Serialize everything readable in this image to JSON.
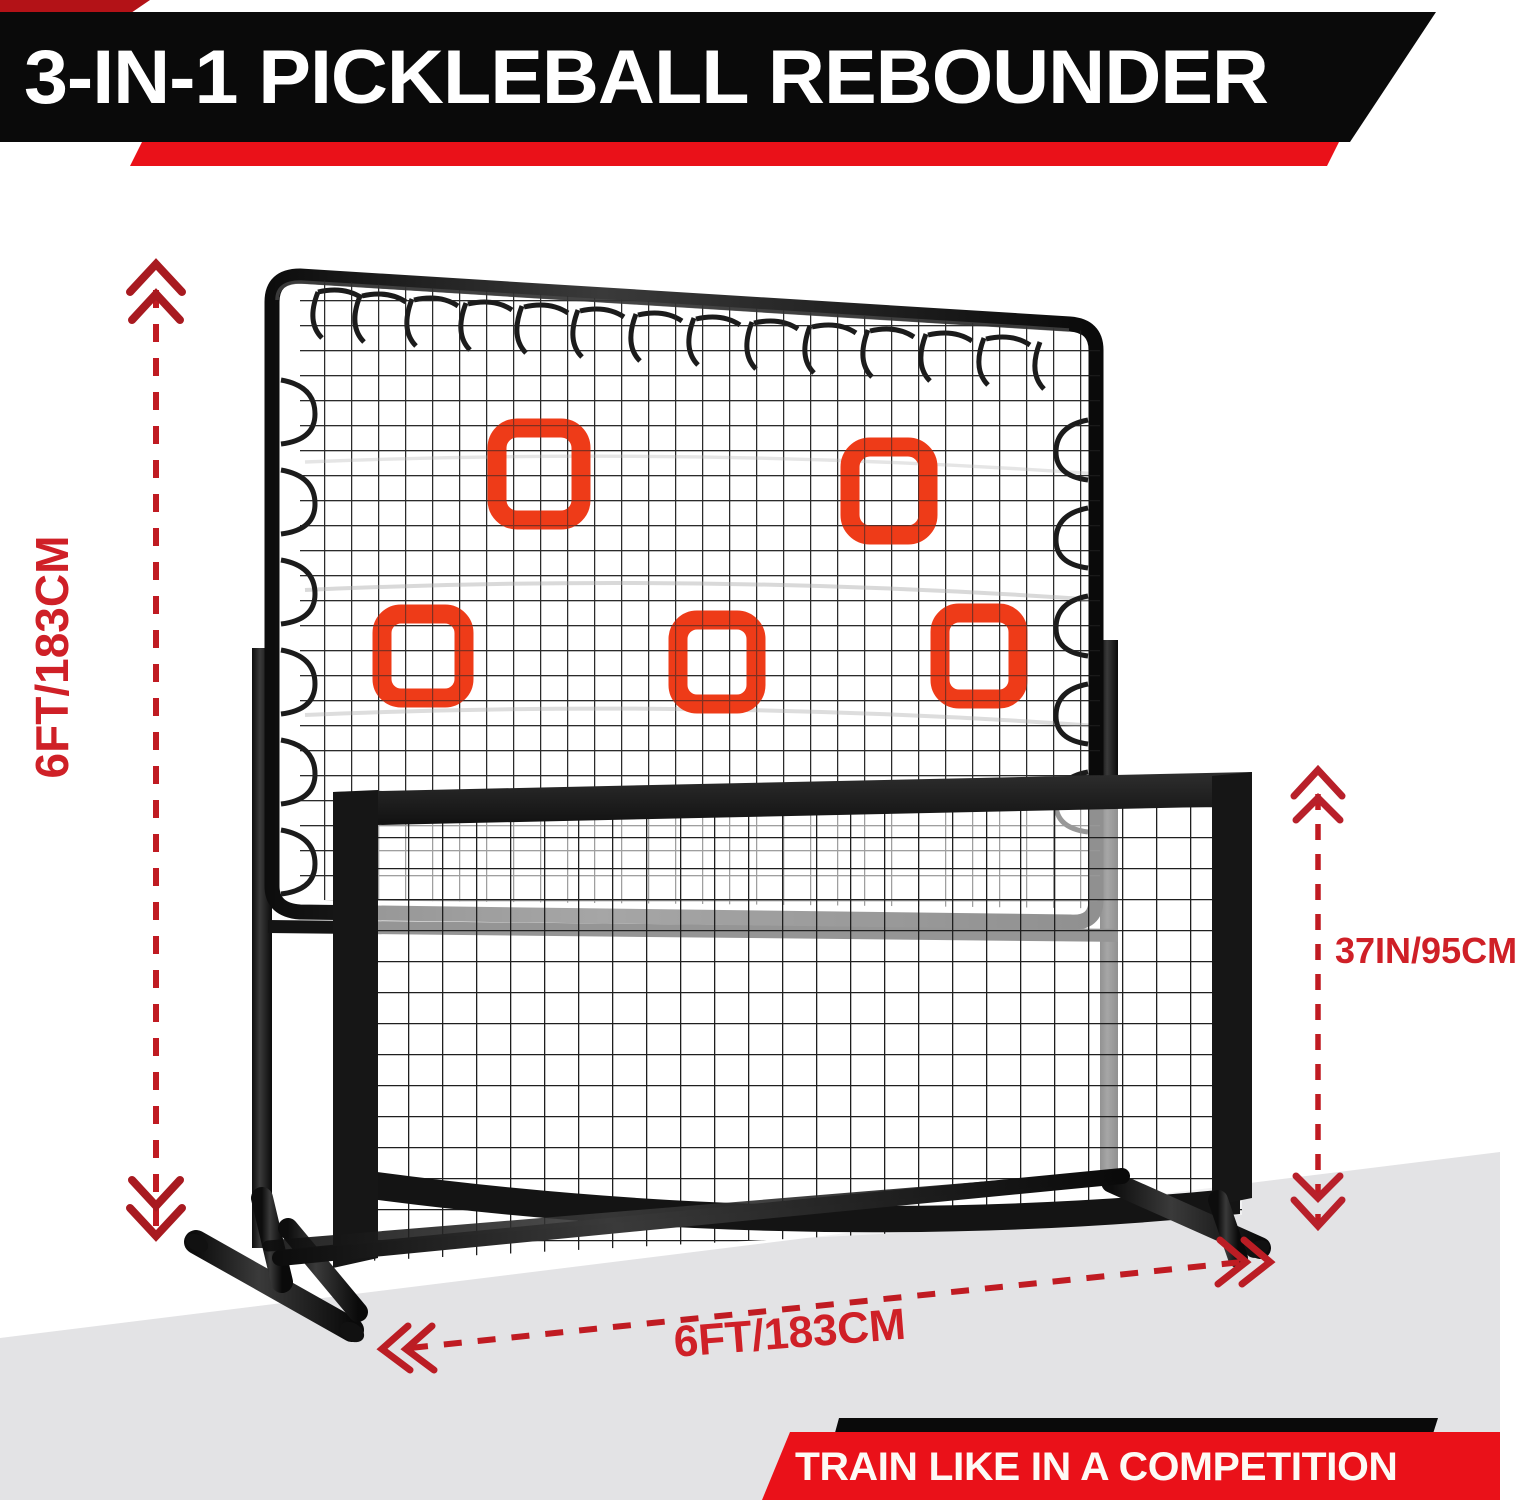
{
  "header": {
    "title": "3-IN-1 PICKLEBALL REBOUNDER",
    "bar_color": "#0a0a0a",
    "accent_color": "#ea1119",
    "text_color": "#ffffff"
  },
  "footer": {
    "title": "TRAIN LIKE IN A COMPETITION",
    "bar_color": "#ea1119",
    "strip_color": "#0a0a0a",
    "text_color": "#fdfaf5"
  },
  "dimensions": {
    "height_label": "6FT/183CM",
    "width_label": "6FT/183CM",
    "net_height_label": "37IN/95CM",
    "line_color": "#c01b22",
    "text_color": "#cf2027"
  },
  "product": {
    "name": "3-in-1 pickleball rebounder with targets and portable net",
    "frame_color": "#1a1a1a",
    "net_color": "#2a2a2a",
    "target_color": "#ee3b18",
    "target_count": 5,
    "floor_color": "#e3e3e5",
    "background_color": "#ffffff"
  }
}
